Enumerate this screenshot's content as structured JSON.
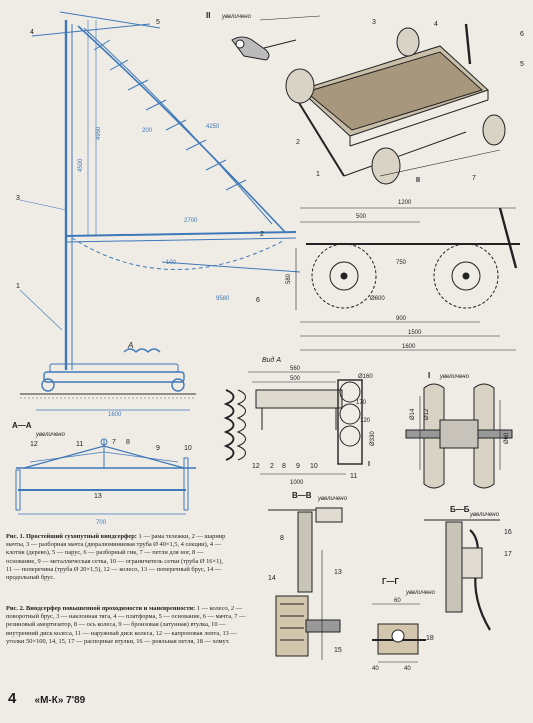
{
  "fig1": {
    "dims": {
      "h4500": "4500",
      "h4950": "4950",
      "d200": "200",
      "d4250": "4250",
      "d2700": "2700",
      "d100": "100",
      "d9580": "9580",
      "d1600": "1600",
      "d700": "700"
    },
    "callouts": [
      "1",
      "2",
      "3",
      "4",
      "5",
      "6",
      "7",
      "8",
      "9",
      "10",
      "11",
      "12",
      "13"
    ],
    "view_a_arrow": "A",
    "section_label": "А—А",
    "enlarged_label": "увеличено"
  },
  "fig2": {
    "view_II": "II",
    "enlarged": "увеличено",
    "callouts_top": [
      "1",
      "2",
      "3",
      "4",
      "5",
      "6",
      "7"
    ],
    "side_dims": {
      "d1200": "1200",
      "d500": "500",
      "d580": "580",
      "d900": "900",
      "d1500": "1500",
      "d1600": "1600",
      "d600": "Ø600",
      "d750": "750"
    },
    "view_a_title": "Вид А",
    "view_a_dims": {
      "d560": "560",
      "d500": "500",
      "d160": "Ø160",
      "d170": "170",
      "d120": "120",
      "d330": "Ø330",
      "d1000": "1000"
    },
    "view_a_callouts": [
      "12",
      "2",
      "8",
      "9",
      "10",
      "11"
    ],
    "section_I": "I",
    "section_I_dims": {
      "d14": "Ø14",
      "d12": "Ø12",
      "d60": "Ø60"
    },
    "section_BB": "В—В",
    "section_bb_callouts": [
      "13",
      "14",
      "15"
    ],
    "section_BBsmall": "Б—Б",
    "section_bbsmall_callouts": [
      "16",
      "17"
    ],
    "section_GG": "Г—Г",
    "section_gg_dims": {
      "d60": "60",
      "d40a": "40",
      "d40b": "40"
    },
    "section_gg_callout": "18",
    "section_IB_callout": "8"
  },
  "captions": {
    "cap1_title": "Рис. 1. Простейший сухопутный виндсерфер:",
    "cap1_body": "1 — рама тележки, 2 — шарнир мачты, 3 — разборная мачта (дюралюминиевая труба Ø 40×1,5, 4 секции), 4 — клотик (дерево), 5 — парус, 6 — разборный гик, 7 — петли для ног, 8 — основание, 9 — металлическая сетка, 10 — ограничитель сетки (труба Ø 16×1), 11 — поперечина (труба Ø 20×1,5), 12 — колесо, 13 — поперечный брус, 14 — продольный брус.",
    "cap2_title": "Рис. 2. Виндсерфер повышенной проходимости и маневренности:",
    "cap2_body": "1 — колесо, 2 — поворотный брус, 3 — наклонная тяга, 4 — платформа, 5 — основание, 6 — мачта, 7 — резиновый амортизатор, 8 — ось колеса, 9 — бронзовая (латунная) втулка, 10 — внутренний диск колеса, 11 — наружный диск колеса, 12 — капроновая лента, 13 — уголки 50×100, 14, 15, 17 — распорные втулки, 16 — рояльная петля, 18 — хомут."
  },
  "folio": {
    "page": "4",
    "journal": "«М-К» 7'89"
  }
}
